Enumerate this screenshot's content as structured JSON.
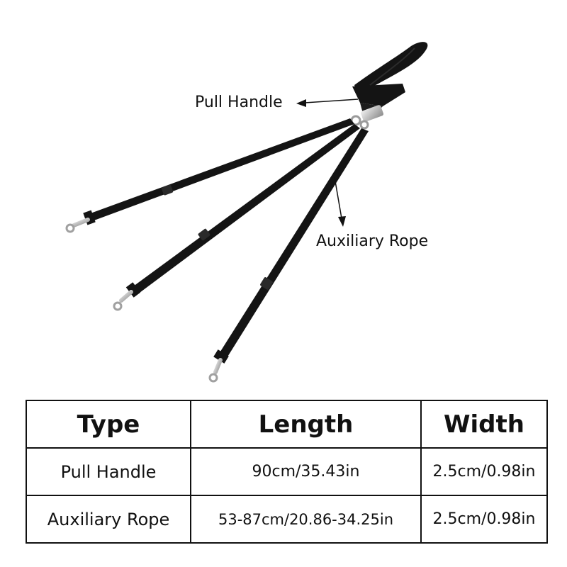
{
  "callouts": {
    "pull_handle": "Pull Handle",
    "auxiliary_rope": "Auxiliary Rope"
  },
  "table": {
    "headers": [
      "Type",
      "Length",
      "Width"
    ],
    "rows": [
      [
        "Pull Handle",
        "90cm/35.43in",
        "2.5cm/0.98in"
      ],
      [
        "Auxiliary Rope",
        "53-87cm/20.86-34.25in",
        "2.5cm/0.98in"
      ]
    ]
  },
  "colors": {
    "webbing": "#141414",
    "metal": "#c8c8c8",
    "text": "#111111",
    "background": "#ffffff"
  }
}
